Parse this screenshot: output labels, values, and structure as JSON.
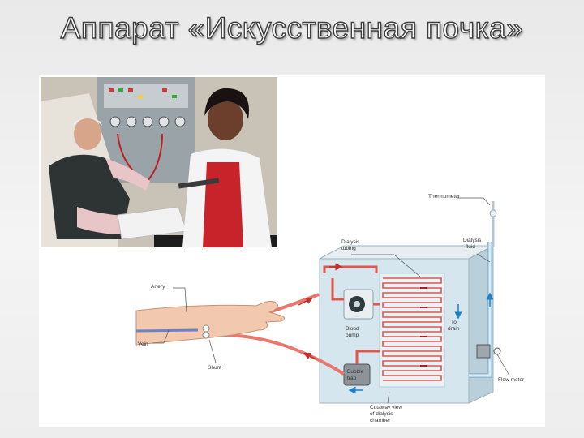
{
  "slide": {
    "title": "Аппарат «Искусственная почка»"
  },
  "photo": {
    "subject": "patient-undergoing-hemodialysis-with-nurse"
  },
  "diagram": {
    "labels": {
      "thermometer": "Thermometer",
      "dialysis_tubing_1": "Dialysis",
      "dialysis_tubing_2": "tubing",
      "dialysis_fluid_1": "Dialysis",
      "dialysis_fluid_2": "fluid",
      "artery": "Artery",
      "vein": "Vein",
      "shunt": "Shunt",
      "blood_pump_1": "Blood",
      "blood_pump_2": "pump",
      "bubble_trap_1": "Bubble",
      "bubble_trap_2": "trap",
      "to_drain_1": "To",
      "to_drain_2": "drain",
      "flow_meter": "Flow meter",
      "cutaway_1": "Cutaway view",
      "cutaway_2": "of dialysis",
      "cutaway_3": "chamber"
    }
  },
  "colors": {
    "title_fill": "#ffffff",
    "title_outline": "#3c3c3c",
    "blood": "#d9433a",
    "dialysate": "#1f7fc4",
    "tank": "#cfe3ee"
  }
}
